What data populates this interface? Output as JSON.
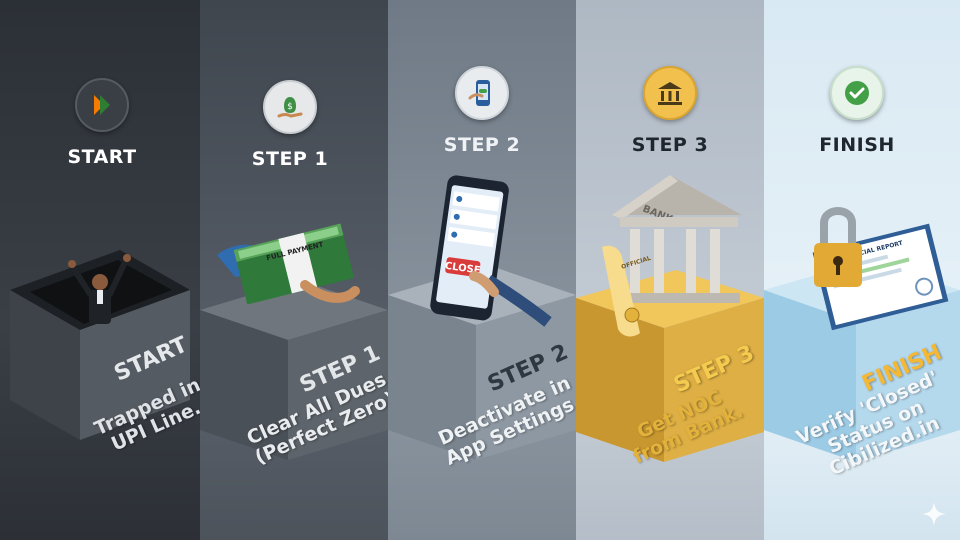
{
  "steps": [
    {
      "heading": "START",
      "face_label": "START",
      "description_line1": "Trapped in",
      "description_line2": "UPI Line.",
      "icon": "upi-logo-icon"
    },
    {
      "heading": "STEP 1",
      "face_label": "STEP 1",
      "description_line1": "Clear All Dues",
      "description_line2": "(Perfect Zero)",
      "icon": "money-bag-hand-icon",
      "illustration_text": "FULL PAYMENT"
    },
    {
      "heading": "STEP 2",
      "face_label": "STEP 2",
      "description_line1": "Deactivate in",
      "description_line2": "App Settings.",
      "icon": "phone-toggle-icon",
      "illustration_text": "CLOSE"
    },
    {
      "heading": "STEP 3",
      "face_label": "STEP 3",
      "description_line1": "Get NOC",
      "description_line2": "from Bank.",
      "icon": "bank-building-icon",
      "illustration_text": "BANK",
      "scroll_text": "OFFICIAL"
    },
    {
      "heading": "FINISH",
      "face_label": "FINISH",
      "description_line1": "Verify 'Closed'",
      "description_line2": "Status on",
      "description_line3": "Cibilized.in",
      "icon": "check-circle-icon",
      "illustration_text": "OFFICIAL REPORT"
    }
  ],
  "colors": {
    "start_accent": "#f57c00",
    "step3_accent": "#e3b23c",
    "finish_accent": "#4caf50"
  }
}
